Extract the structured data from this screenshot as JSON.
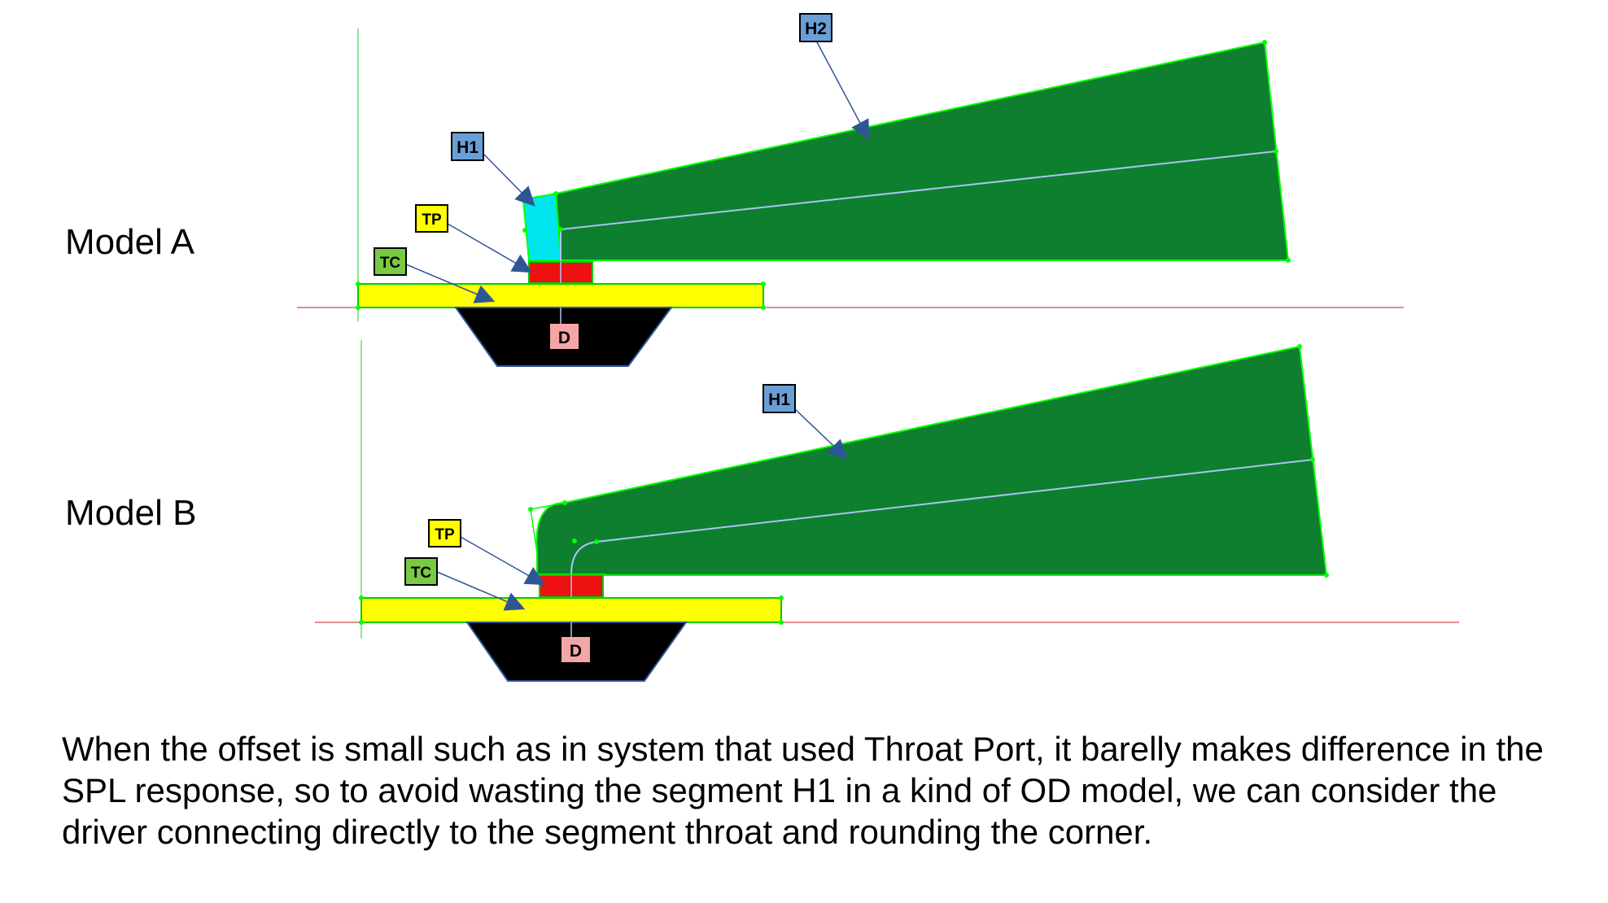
{
  "model_a": {
    "label": "Model A",
    "tags": {
      "h1": "H1",
      "h2": "H2",
      "tp": "TP",
      "tc": "TC",
      "d": "D"
    }
  },
  "model_b": {
    "label": "Model B",
    "tags": {
      "h1": "H1",
      "tp": "TP",
      "tc": "TC",
      "d": "D"
    }
  },
  "colors": {
    "horn": "#0e7f2e",
    "segment_h1": "#00e5ee",
    "throat_port": "#ee1111",
    "throat_chamber": "#ffff00",
    "driver": "#000000",
    "tag_blue": "#6a9fd6",
    "tag_yellow": "#ffff00",
    "tag_green": "#7ac943",
    "tag_pink": "#f4a6a6",
    "outline": "#00ff00",
    "axis_red": "#e06666",
    "centerline": "#a9c4f5"
  },
  "caption": "When the offset is small such as in system that used Throat Port, it barelly makes difference in the SPL response, so to avoid wasting the segment H1 in a kind of OD model, we can consider the driver connecting directly to the segment throat and rounding the corner."
}
